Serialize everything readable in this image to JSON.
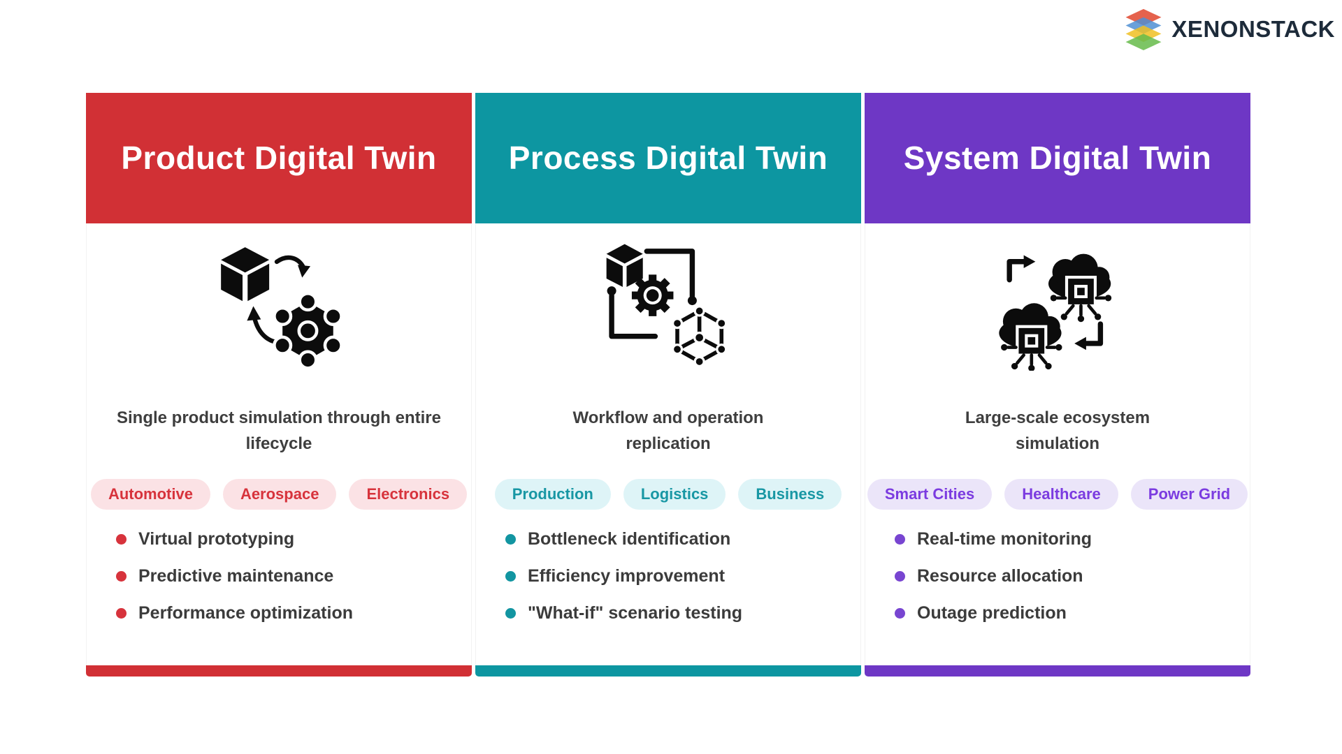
{
  "logo": {
    "text": "XENONSTACK",
    "text_color": "#1D2B3A",
    "layer_colors": [
      "#E0472E",
      "#4F8FD3",
      "#F0C022",
      "#66BB4A"
    ]
  },
  "columns": [
    {
      "title": "Product Digital Twin",
      "icon": "product-twin-icon",
      "description": "Single product simulation through entire lifecycle",
      "tags": [
        "Automotive",
        "Aerospace",
        "Electronics"
      ],
      "bullets": [
        "Virtual prototyping",
        "Predictive maintenance",
        "Performance optimization"
      ],
      "colors": {
        "accent": "#D13035",
        "tag_bg": "#FBE2E5",
        "tag_text": "#D7333C",
        "bullet": "#D7333C"
      }
    },
    {
      "title": "Process Digital Twin",
      "icon": "process-twin-icon",
      "description": "Workflow and operation replication",
      "tags": [
        "Production",
        "Logistics",
        "Business"
      ],
      "bullets": [
        "Bottleneck identification",
        "Efficiency improvement",
        "\"What-if\" scenario testing"
      ],
      "colors": {
        "accent": "#0D96A1",
        "tag_bg": "#DEF4F7",
        "tag_text": "#1897A4",
        "bullet": "#1295A1"
      }
    },
    {
      "title": "System Digital Twin",
      "icon": "system-twin-icon",
      "description": "Large-scale ecosystem simulation",
      "tags": [
        "Smart Cities",
        "Healthcare",
        "Power Grid"
      ],
      "bullets": [
        "Real-time monitoring",
        "Resource allocation",
        "Outage prediction"
      ],
      "colors": {
        "accent": "#6E37C5",
        "tag_bg": "#EBE5F9",
        "tag_text": "#7B3BE0",
        "bullet": "#7845D1"
      }
    }
  ]
}
